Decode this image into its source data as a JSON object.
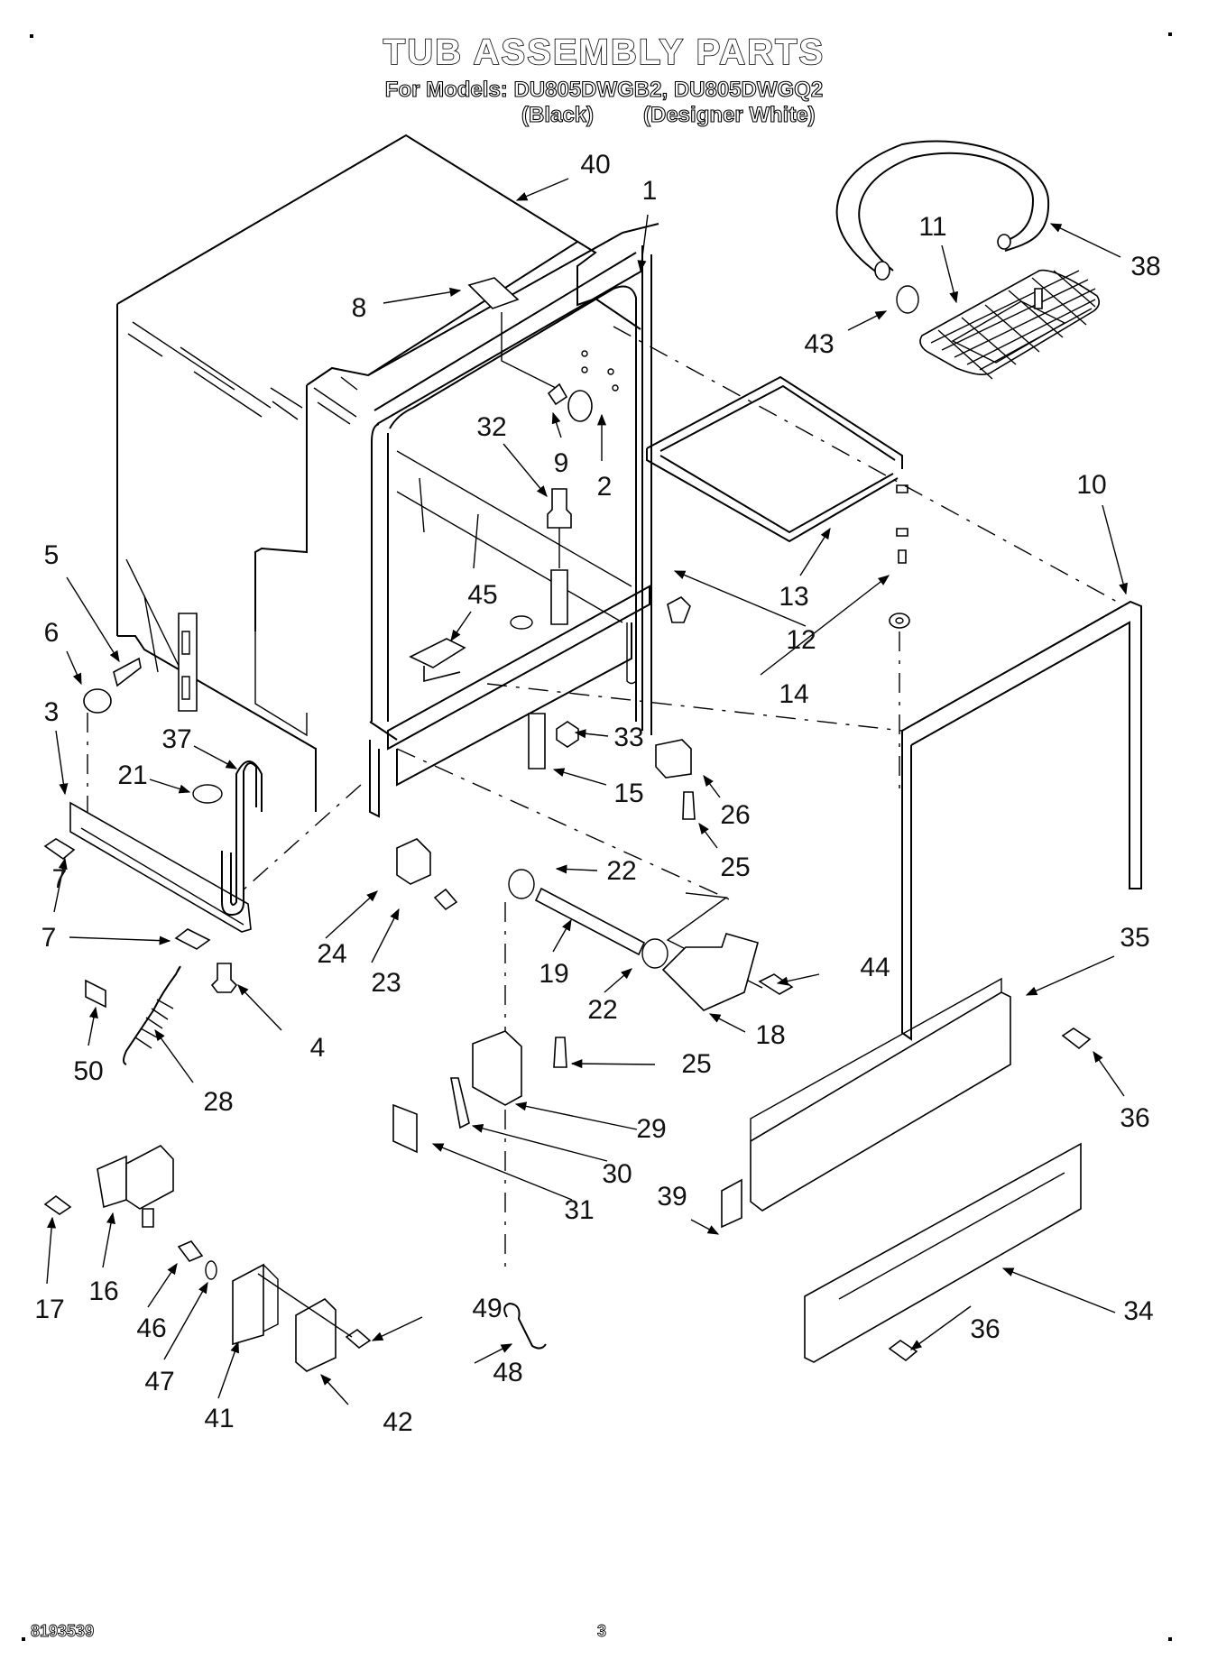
{
  "header": {
    "title": "TUB ASSEMBLY PARTS",
    "models_line": "For Models: DU805DWGB2, DU805DWGQ2",
    "color_black": "(Black)",
    "color_white": "(Designer White)"
  },
  "footer": {
    "document_number": "8193539",
    "page_number": "3"
  },
  "callouts": [
    {
      "id": "c40",
      "label": "40"
    },
    {
      "id": "c1",
      "label": "1"
    },
    {
      "id": "c8",
      "label": "8"
    },
    {
      "id": "c9",
      "label": "9"
    },
    {
      "id": "c2",
      "label": "2"
    },
    {
      "id": "c32",
      "label": "32"
    },
    {
      "id": "c11",
      "label": "11"
    },
    {
      "id": "c38",
      "label": "38"
    },
    {
      "id": "c43",
      "label": "43"
    },
    {
      "id": "c10",
      "label": "10"
    },
    {
      "id": "c13",
      "label": "13"
    },
    {
      "id": "c12",
      "label": "12"
    },
    {
      "id": "c14",
      "label": "14"
    },
    {
      "id": "c5",
      "label": "5"
    },
    {
      "id": "c6",
      "label": "6"
    },
    {
      "id": "c3",
      "label": "3"
    },
    {
      "id": "c45",
      "label": "45"
    },
    {
      "id": "c37",
      "label": "37"
    },
    {
      "id": "c21",
      "label": "21"
    },
    {
      "id": "c33",
      "label": "33"
    },
    {
      "id": "c15",
      "label": "15"
    },
    {
      "id": "c26",
      "label": "26"
    },
    {
      "id": "c25a",
      "label": "25"
    },
    {
      "id": "c22a",
      "label": "22"
    },
    {
      "id": "c25b",
      "label": "25"
    },
    {
      "id": "c7a",
      "label": "7"
    },
    {
      "id": "c7b",
      "label": "7"
    },
    {
      "id": "c24",
      "label": "24"
    },
    {
      "id": "c23",
      "label": "23"
    },
    {
      "id": "c19",
      "label": "19"
    },
    {
      "id": "c44",
      "label": "44"
    },
    {
      "id": "c35",
      "label": "35"
    },
    {
      "id": "c22b",
      "label": "22"
    },
    {
      "id": "c18",
      "label": "18"
    },
    {
      "id": "c4",
      "label": "4"
    },
    {
      "id": "c50",
      "label": "50"
    },
    {
      "id": "c28",
      "label": "28"
    },
    {
      "id": "c25c",
      "label": "25"
    },
    {
      "id": "c29",
      "label": "29"
    },
    {
      "id": "c36a",
      "label": "36"
    },
    {
      "id": "c30",
      "label": "30"
    },
    {
      "id": "c31",
      "label": "31"
    },
    {
      "id": "c39",
      "label": "39"
    },
    {
      "id": "c17",
      "label": "17"
    },
    {
      "id": "c16",
      "label": "16"
    },
    {
      "id": "c46",
      "label": "46"
    },
    {
      "id": "c47",
      "label": "47"
    },
    {
      "id": "c41",
      "label": "41"
    },
    {
      "id": "c42",
      "label": "42"
    },
    {
      "id": "c49",
      "label": "49"
    },
    {
      "id": "c48",
      "label": "48"
    },
    {
      "id": "c36b",
      "label": "36"
    },
    {
      "id": "c34",
      "label": "34"
    }
  ],
  "parts_index": [
    "1",
    "2",
    "3",
    "4",
    "5",
    "6",
    "7",
    "8",
    "9",
    "10",
    "11",
    "12",
    "13",
    "14",
    "15",
    "16",
    "17",
    "18",
    "19",
    "21",
    "22",
    "23",
    "24",
    "25",
    "26",
    "28",
    "29",
    "30",
    "31",
    "32",
    "33",
    "34",
    "35",
    "36",
    "37",
    "38",
    "39",
    "40",
    "41",
    "42",
    "43",
    "44",
    "45",
    "46",
    "47",
    "48",
    "49",
    "50"
  ]
}
